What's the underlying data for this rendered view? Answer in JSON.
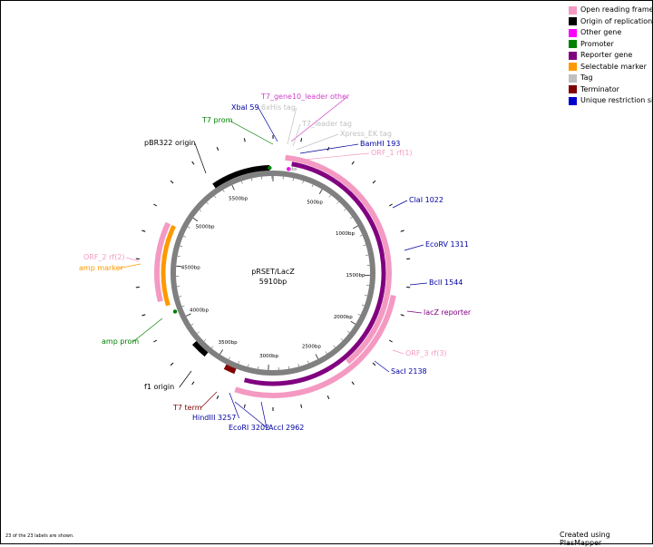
{
  "map": {
    "name": "pRSET/LacZ",
    "length_label": "5910bp",
    "total_bp": 5910
  },
  "legend": [
    {
      "label": "Open reading frame",
      "color": "#f49ac2"
    },
    {
      "label": "Origin of replication",
      "color": "#000000"
    },
    {
      "label": "Other gene",
      "color": "#ff00ff"
    },
    {
      "label": "Promoter",
      "color": "#008000"
    },
    {
      "label": "Reporter gene",
      "color": "#800080"
    },
    {
      "label": "Selectable marker",
      "color": "#ff9900"
    },
    {
      "label": "Tag",
      "color": "#c0c0c0"
    },
    {
      "label": "Terminator",
      "color": "#800000"
    },
    {
      "label": "Unique restriction site",
      "color": "#0000cc"
    }
  ],
  "bp_ticks": [
    "500bp",
    "1000bp",
    "1500bp",
    "2000bp",
    "2500bp",
    "3000bp",
    "3500bp",
    "4000bp",
    "4500bp",
    "5000bp",
    "5500bp"
  ],
  "bp_tick_values": [
    500,
    1000,
    1500,
    2000,
    2500,
    3000,
    3500,
    4000,
    4500,
    5000,
    5500
  ],
  "backbone_mark": "bbs",
  "features": [
    {
      "type": "orf",
      "color": "#f49ac2",
      "start": 100,
      "end": 2300
    },
    {
      "type": "reporter",
      "color": "#800080",
      "start": 160,
      "end": 3200
    },
    {
      "type": "orf",
      "color": "#f49ac2",
      "start": 1650,
      "end": 3250
    },
    {
      "type": "origin",
      "color": "#000000",
      "start": 5350,
      "end": 5880
    },
    {
      "type": "origin",
      "color": "#000000",
      "start": 3600,
      "end": 3750
    },
    {
      "type": "orf",
      "color": "#f49ac2",
      "start": 4200,
      "end": 4850
    },
    {
      "type": "marker",
      "color": "#ff9900",
      "start": 4150,
      "end": 4850
    },
    {
      "type": "terminator",
      "color": "#800000",
      "start": 3300,
      "end": 3400
    }
  ],
  "labels": [
    {
      "text": "T7_gene10_leader other",
      "color": "#d040c8"
    },
    {
      "text": "6xHis tag",
      "color": "#c0c0c0"
    },
    {
      "text": "XbaI 59",
      "color": "#0000a0"
    },
    {
      "text": "T7 prom",
      "color": "#008000"
    },
    {
      "text": "T7_leader tag",
      "color": "#c0c0c0"
    },
    {
      "text": "Xpress_EK tag",
      "color": "#c0c0c0"
    },
    {
      "text": "BamHI 193",
      "color": "#0000a0"
    },
    {
      "text": "ORF_1 rf(1)",
      "color": "#f49ac2"
    },
    {
      "text": "pBR322 origin",
      "color": "#000000"
    },
    {
      "text": "ClaI 1022",
      "color": "#0000a0"
    },
    {
      "text": "EcoRV 1311",
      "color": "#0000a0"
    },
    {
      "text": "BclI 1544",
      "color": "#0000a0"
    },
    {
      "text": "lacZ reporter",
      "color": "#800080"
    },
    {
      "text": "ORF_3 rf(3)",
      "color": "#f49ac2"
    },
    {
      "text": "SacI 2138",
      "color": "#0000a0"
    },
    {
      "text": "AccI 2962",
      "color": "#0000a0"
    },
    {
      "text": "EcoRI 3202",
      "color": "#0000a0"
    },
    {
      "text": "HindIII 3257",
      "color": "#0000a0"
    },
    {
      "text": "T7 term",
      "color": "#800000"
    },
    {
      "text": "f1 origin",
      "color": "#000000"
    },
    {
      "text": "amp prom",
      "color": "#008000"
    },
    {
      "text": "amp marker",
      "color": "#ff9900"
    },
    {
      "text": "ORF_2 rf(2)",
      "color": "#f49ac2"
    }
  ],
  "footer": {
    "labels_shown": "23 of the 23 labels are shown.",
    "credit": "Created using PlasMapper"
  }
}
